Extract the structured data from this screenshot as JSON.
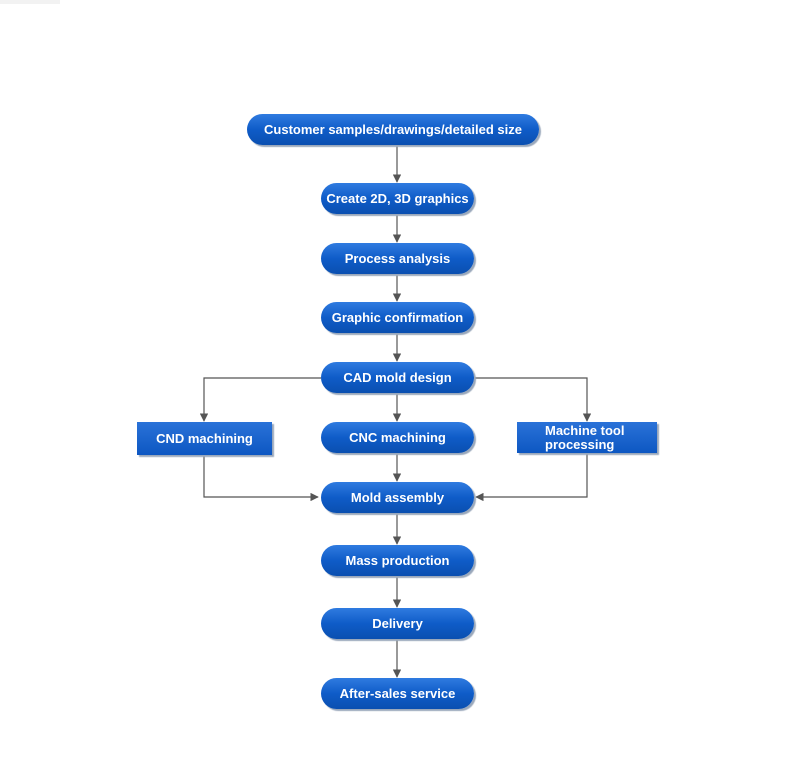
{
  "flowchart": {
    "nodes": {
      "customer_samples": "Customer samples/drawings/detailed size",
      "create_graphics": "Create 2D, 3D graphics",
      "process_analysis": "Process analysis",
      "graphic_confirmation": "Graphic confirmation",
      "cad_mold_design": "CAD mold design",
      "cnd_machining": "CND machining",
      "cnc_machining": "CNC machining",
      "machine_tool_processing": "Machine tool processing",
      "mold_assembly": "Mold assembly",
      "mass_production": "Mass production",
      "delivery": "Delivery",
      "after_sales_service": "After-sales service"
    },
    "colors": {
      "node_fill": "#0f5cc8",
      "connector": "#555555"
    }
  }
}
